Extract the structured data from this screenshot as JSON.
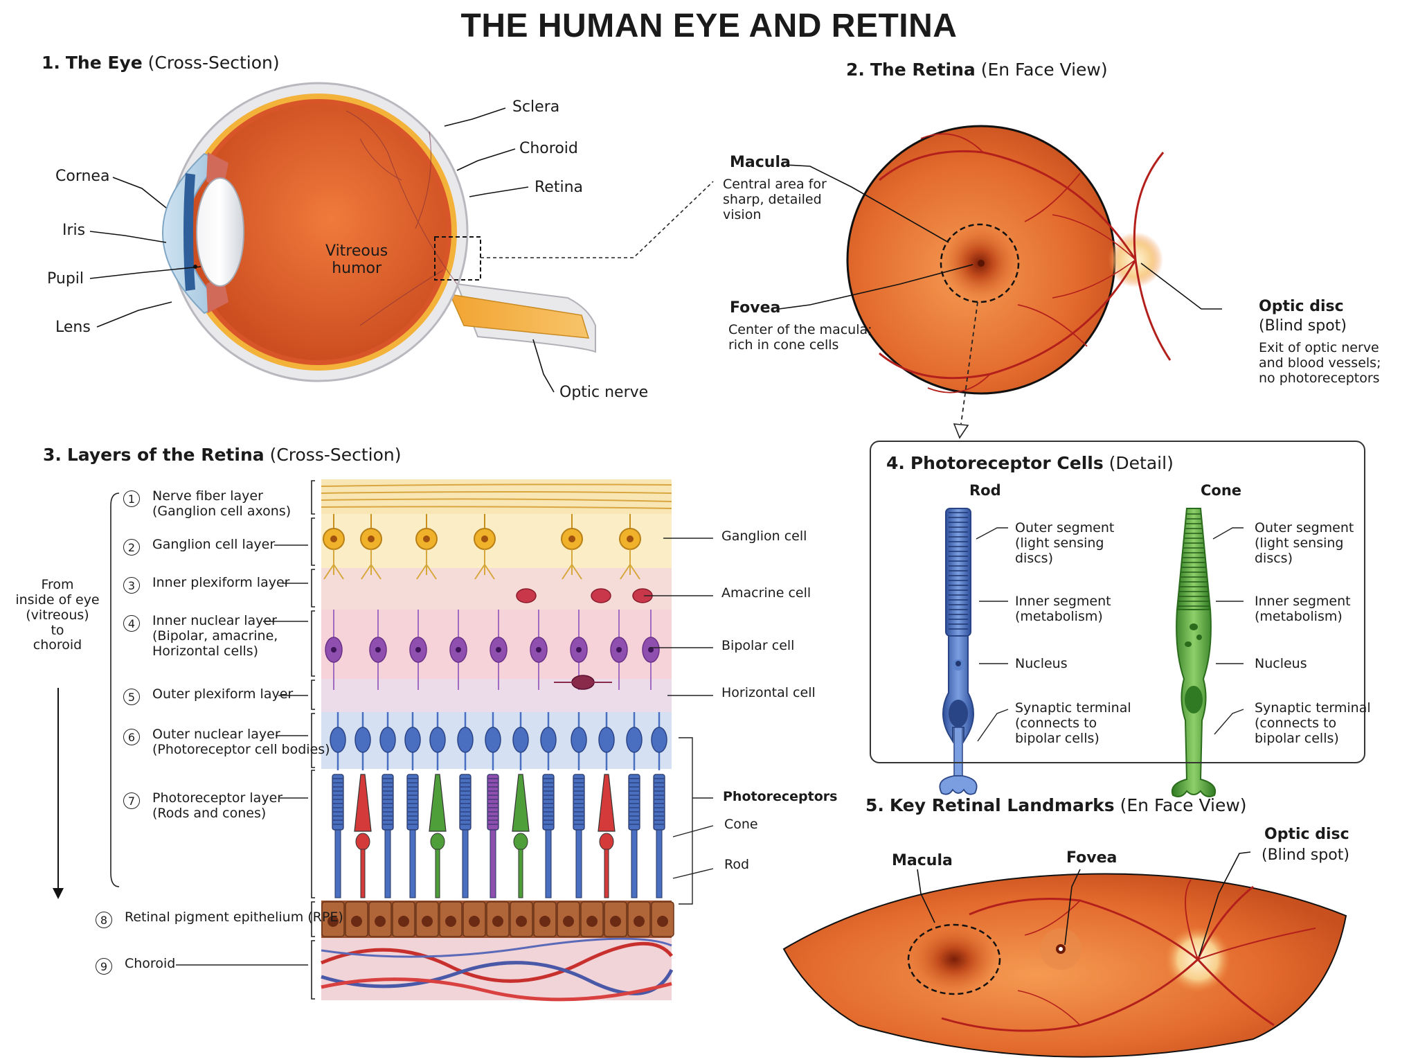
{
  "title": "THE HUMAN EYE AND RETINA",
  "sections": {
    "eye": {
      "num": "1.",
      "main": "The Eye",
      "sub": "(Cross-Section)"
    },
    "retina": {
      "num": "2.",
      "main": "The Retina",
      "sub": "(En Face View)"
    },
    "layers": {
      "num": "3.",
      "main": "Layers of the Retina",
      "sub": "(Cross-Section)"
    },
    "photo": {
      "num": "4.",
      "main": "Photoreceptor Cells",
      "sub": "(Detail)"
    },
    "landmarks": {
      "num": "5.",
      "main": "Key Retinal Landmarks",
      "sub": "(En Face View)"
    }
  },
  "eye_labels": {
    "sclera": "Sclera",
    "choroid": "Choroid",
    "retina": "Retina",
    "cornea": "Cornea",
    "iris": "Iris",
    "pupil": "Pupil",
    "lens": "Lens",
    "vitreous_1": "Vitreous",
    "vitreous_2": "humor",
    "optic_nerve": "Optic nerve"
  },
  "retina_labels": {
    "macula": "Macula",
    "macula_desc": [
      "Central area for",
      "sharp, detailed",
      "vision"
    ],
    "fovea": "Fovea",
    "fovea_desc": [
      "Center of the macula;",
      "rich in cone cells"
    ],
    "optic_disc": "Optic disc",
    "blind_spot": "(Blind spot)",
    "optic_desc": [
      "Exit of optic nerve",
      "and blood vessels;",
      "no photoreceptors"
    ]
  },
  "layers": [
    {
      "n": "1",
      "lines": [
        "Nerve fiber layer",
        "(Ganglion cell axons)"
      ]
    },
    {
      "n": "2",
      "lines": [
        "Ganglion cell layer"
      ]
    },
    {
      "n": "3",
      "lines": [
        "Inner plexiform layer"
      ]
    },
    {
      "n": "4",
      "lines": [
        "Inner nuclear layer",
        "(Bipolar, amacrine,",
        "Horizontal cells)"
      ]
    },
    {
      "n": "5",
      "lines": [
        "Outer plexiform layer"
      ]
    },
    {
      "n": "6",
      "lines": [
        "Outer nuclear layer",
        "(Photoreceptor cell bodies)"
      ]
    },
    {
      "n": "7",
      "lines": [
        "Photoreceptor layer",
        "(Rods and cones)"
      ]
    },
    {
      "n": "8",
      "lines": [
        "Retinal pigment epithelium (RPE)"
      ]
    },
    {
      "n": "9",
      "lines": [
        "Choroid"
      ]
    }
  ],
  "direction": [
    "From",
    "inside of eye",
    "(vitreous)",
    "to",
    "choroid"
  ],
  "cell_labels": {
    "ganglion": "Ganglion cell",
    "amacrine": "Amacrine cell",
    "bipolar": "Bipolar cell",
    "horizontal": "Horizontal cell",
    "photoreceptors": "Photoreceptors",
    "cone": "Cone",
    "rod": "Rod"
  },
  "photoreceptor_detail": {
    "rod": "Rod",
    "cone": "Cone",
    "outer": [
      "Outer segment",
      "(light sensing",
      "discs)"
    ],
    "inner": [
      "Inner segment",
      "(metabolism)"
    ],
    "nucleus": "Nucleus",
    "synaptic": [
      "Synaptic terminal",
      "(connects to",
      "bipolar cells)"
    ]
  },
  "landmarks": {
    "macula": "Macula",
    "fovea": "Fovea",
    "optic_disc": "Optic disc",
    "blind_spot": "(Blind spot)"
  },
  "colors": {
    "retina_orange": "#e0662a",
    "vessel": "#b3201c",
    "sclera": "#e6e6e8",
    "ganglion": "#f0b22a",
    "bipolar": "#8e4fae",
    "rod": "#4a6fc0",
    "cone_red": "#d43a3a",
    "cone_green": "#4e9e3a",
    "rpe": "#8a4a2a"
  }
}
